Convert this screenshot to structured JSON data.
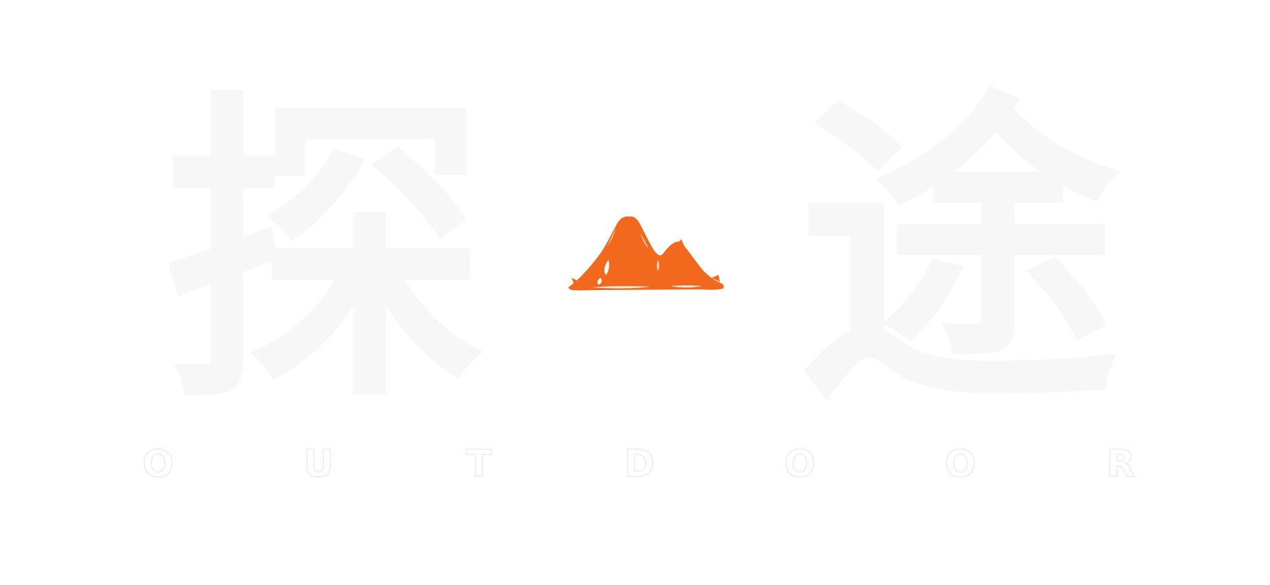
{
  "logo": {
    "char_left": "探",
    "char_right": "途",
    "tagline_letters": [
      "O",
      "U",
      "T",
      "D",
      "O",
      "O",
      "R"
    ],
    "mark_icon": "mountain-icon",
    "colors": {
      "background": "#ffffff",
      "characters": "#f7f7f7",
      "mountain": "#f2691d"
    }
  }
}
